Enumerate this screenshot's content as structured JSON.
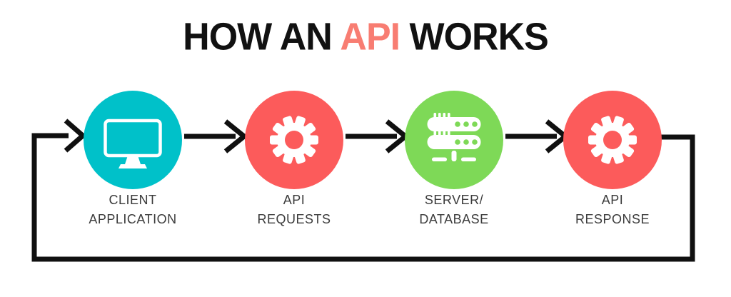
{
  "title": {
    "prefix": "HOW AN ",
    "accent": "API",
    "suffix": " WORKS"
  },
  "colors": {
    "title_text": "#111111",
    "title_accent": "#f87d72",
    "connector": "#101010",
    "label_text": "#3b3b3b",
    "icon": "#ffffff"
  },
  "nodes": [
    {
      "id": "client-application",
      "label_line1": "CLIENT",
      "label_line2": "APPLICATION",
      "icon": "monitor-icon",
      "color": "#00c1c9"
    },
    {
      "id": "api-requests",
      "label_line1": "API",
      "label_line2": "REQUESTS",
      "icon": "gear-icon",
      "color": "#fc5b5b"
    },
    {
      "id": "server-database",
      "label_line1": "SERVER/",
      "label_line2": "DATABASE",
      "icon": "server-icon",
      "color": "#7ed957"
    },
    {
      "id": "api-response",
      "label_line1": "API",
      "label_line2": "RESPONSE",
      "icon": "gear-icon",
      "color": "#fc5b5b"
    }
  ],
  "flow": {
    "connectors": [
      "client-application to api-requests",
      "api-requests to server-database",
      "server-database to api-response",
      "api-response loop back to client-application"
    ]
  }
}
